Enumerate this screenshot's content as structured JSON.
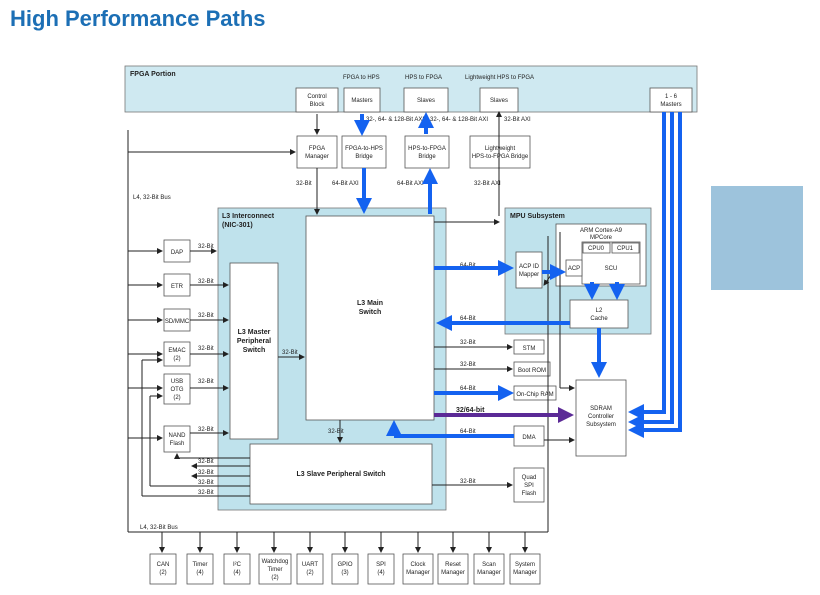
{
  "title": "High Performance Paths",
  "fpga": {
    "portion": "FPGA Portion",
    "fpga_to_hps": "FPGA to HPS",
    "hps_to_fpga": "HPS to FPGA",
    "lw_hps_to_fpga": "Lightweight HPS to FPGA",
    "control_block": [
      "Control",
      "Block"
    ],
    "masters": "Masters",
    "slaves1": "Slaves",
    "slaves2": "Slaves",
    "masters_1_6": [
      "1 - 6",
      "Masters"
    ],
    "axi1": "32-, 64- & 128-Bit AXI",
    "axi2": "32-, 64- & 128-Bit AXI",
    "axi3": "32-Bit AXI"
  },
  "bridges": {
    "fpga_manager": [
      "FPGA",
      "Manager"
    ],
    "f2h": [
      "FPGA-to-HPS",
      "Bridge"
    ],
    "h2f": [
      "HPS-to-FPGA",
      "Bridge"
    ],
    "lw": [
      "Lightweight",
      "HPS-to-FPGA Bridge"
    ],
    "w_mgr": "32-Bit",
    "w_f2h": "64-Bit AXI",
    "w_h2f": "64-Bit AXI",
    "w_lw": "32-Bit AXI"
  },
  "l4_bus_top": "L4, 32-Bit Bus",
  "l4_bus_bottom": "L4, 32-Bit Bus",
  "l3": {
    "title": [
      "L3 Interconnect",
      "(NIC-301)"
    ],
    "main_switch": [
      "L3 Main",
      "Switch"
    ],
    "master_switch": [
      "L3 Master",
      "Peripheral",
      "Switch"
    ],
    "slave_switch": "L3 Slave Peripheral Switch"
  },
  "masters_left": {
    "dap": "DAP",
    "etr": "ETR",
    "sdmmc": "SD/MMC",
    "emac": [
      "EMAC",
      "(2)"
    ],
    "usb": [
      "USB",
      "OTG",
      "(2)"
    ],
    "nand": [
      "NAND",
      "Flash"
    ]
  },
  "mpu": {
    "title": "MPU Subsystem",
    "arm": [
      "ARM Cortex-A9",
      "MPCore"
    ],
    "cpu0": "CPU0",
    "cpu1": "CPU1",
    "acp": "ACP",
    "scu": "SCU",
    "acp_mapper": [
      "ACP ID",
      "Mapper"
    ],
    "l2": [
      "L2",
      "Cache"
    ]
  },
  "slaves_right": {
    "stm": "STM",
    "boot_rom": "Boot ROM",
    "onchip_ram": "On-Chip RAM",
    "dma": "DMA",
    "qspi": [
      "Quad",
      "SPI",
      "Flash"
    ],
    "sdram": [
      "SDRAM",
      "Controller",
      "Subsystem"
    ]
  },
  "widths": {
    "b32": "32-Bit",
    "b64": "64-Bit",
    "b3264": "32/64-bit"
  },
  "bottom": [
    [
      "CAN",
      "(2)"
    ],
    [
      "Timer",
      "(4)"
    ],
    [
      "I²C",
      "(4)"
    ],
    [
      "Watchdog",
      "Timer",
      "(2)"
    ],
    [
      "UART",
      "(2)"
    ],
    [
      "GPIO",
      "(3)"
    ],
    [
      "SPI",
      "(4)"
    ],
    [
      "Clock",
      "Manager"
    ],
    [
      "Reset",
      "Manager"
    ],
    [
      "Scan",
      "Manager"
    ],
    [
      "System",
      "Manager"
    ]
  ],
  "colors": {
    "title": "#1c6fb5",
    "region": "#bfe2ec",
    "fast_path": "#1462f0",
    "sdram_path": "#5b2a96",
    "watermark": "#9dc3dc"
  }
}
